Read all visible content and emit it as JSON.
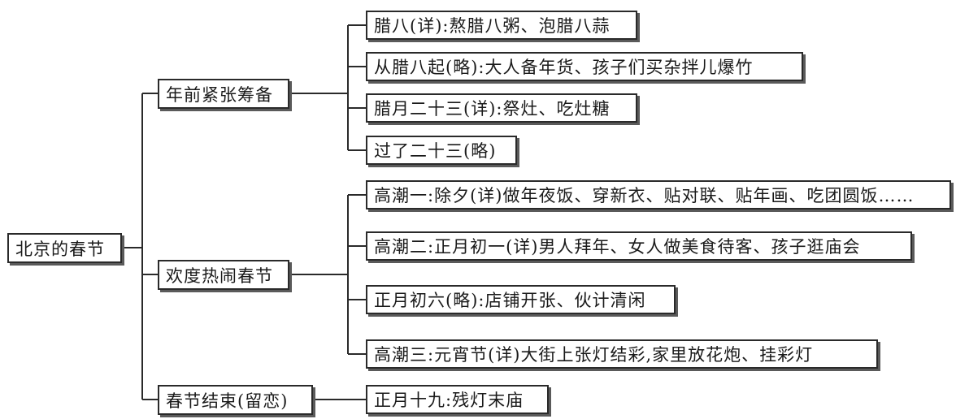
{
  "root": {
    "label": "北京的春节"
  },
  "branches": [
    {
      "label": "年前紧张筹备",
      "items": [
        "腊八(详):熬腊八粥、泡腊八蒜",
        "从腊八起(略):大人备年货、孩子们买杂拌儿爆竹",
        "腊月二十三(详):祭灶、吃灶糖",
        "过了二十三(略)"
      ]
    },
    {
      "label": "欢度热闹春节",
      "items": [
        "高潮一:除夕(详)做年夜饭、穿新衣、贴对联、贴年画、吃团圆饭……",
        "高潮二:正月初一(详)男人拜年、女人做美食待客、孩子逛庙会",
        "正月初六(略):店铺开张、伙计清闲",
        "高潮三:元宵节(详)大街上张灯结彩,家里放花炮、挂彩灯"
      ]
    },
    {
      "label": "春节结束(留恋)",
      "items": [
        "正月十九:残灯末庙"
      ]
    }
  ]
}
